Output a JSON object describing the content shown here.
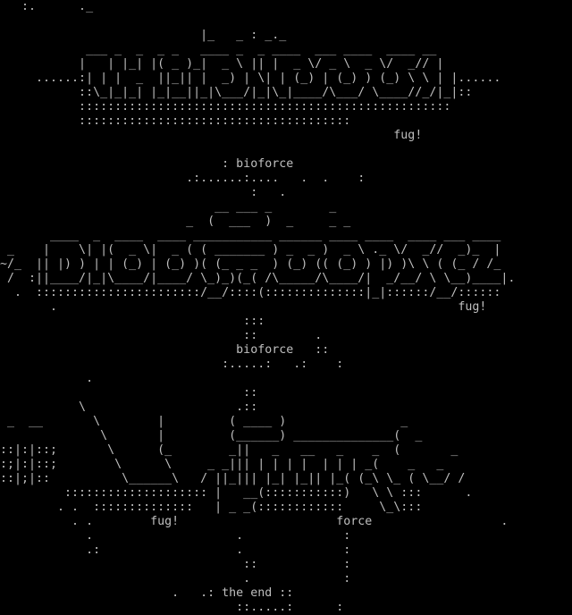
{
  "page": {
    "background_color": "#000000",
    "text_color": "#bfbfbf",
    "description_labels": {
      "credit_1": "fug!",
      "group_1": "bioforce",
      "credit_2": "fug!",
      "group_2": "bioforce",
      "credit_3": "fug!",
      "group_3": "force",
      "ending": "the end"
    }
  },
  "ascii_art": {
    "lines": [
      "   :.      ._",
      "",
      "                            |_   _ : _._",
      "            ___ _  _  _ _   ____ _  _ ____  ___ ____  ____ __",
      "           |   | |_| |( _ )_|  _ \\ || |  _ \\/ _ \\  _ \\/  _// |",
      "     ......:| | |  _  ||_|| |  _) | \\| | (_) | (_) ) (_) \\ \\ | |......",
      "           ::\\_|_|_| |_|__||_|\\___/|_|\\_|____/\\___/ \\____//_/|_|::",
      "           ::::::::::::::::::::::::::::::::::::::::::::::::::::",
      "           ::::::::::::::::::::::::::::::::::::::",
      "                                                       fug!",
      "",
      "                               : bioforce",
      "                          .:......:....   .  .    :",
      "                                   :   .",
      "                              __ ___ _        _",
      "                          _  (  ___  )  _     _ _",
      "       ____  _  ____  ____ ___________ ______ ____ ____  ____ ___ ____",
      " _    |    \\| |(  _ \\|  _ ( ( _______ ) _  _ )  _ \\ ._ \\/  _//  _)_  |",
      "~/_  || |) ) | | (_) | (_) )( (_ _ _  ) (_) (( (_) ) |) )\\ \\ ( (_ / /_",
      " /  :||____/|_|\\____/|____/ \\_)_)(_( /\\_____/\\____/|  _/__/ \\ \\__)____|.",
      "  .  :::::::::::::::::::::::/__/::::(::::::::::::::|_|::::::/__/::::::",
      "       .                                                        fug!",
      "                                  :::",
      "                                  ::        .",
      "                                 bioforce   ::",
      "                               :.....:   .:    :",
      "            .",
      "                                  ::",
      "           \\                     .::",
      " _  __       \\        |         ( ____ )                _",
      "              \\       |         (______) ______________(  _",
      "::|:|::;       \\      (_        _||   _   __   _    _  (       _",
      ":;|:|::;        \\      \\     _ _||| | | | |  | | | _(    _   _",
      "::|;|::          \\______\\   / ||_||| |_| |_|| |_( (_\\ \\_ ( \\__/ /",
      "         :::::::::::::::::::: |   __(:::::::::::)   \\ \\ :::      .",
      "        . .  ::::::::::::::   | _ _(::::::::::::     \\_\\:::",
      "          . .        fug!                      force                  .",
      "            .                    .              :",
      "            .:                   .              :",
      "                                  ::            :",
      "                                  .             :",
      "                        .   .: the end ::",
      "                                 ::.....:      :"
    ]
  }
}
